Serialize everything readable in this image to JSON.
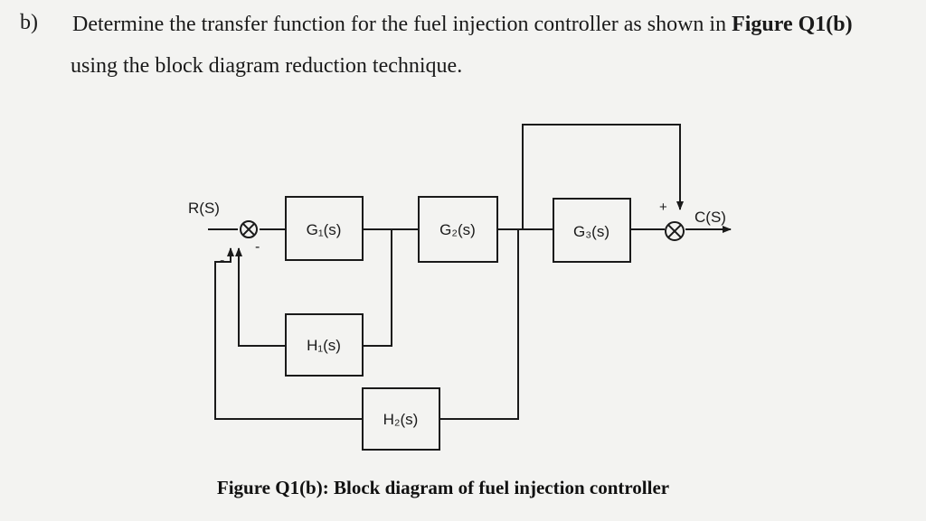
{
  "question": {
    "label": "b)",
    "line1_text": "Determine the transfer function for the fuel injection controller as shown in ",
    "line1_ref": "Figure Q1(b)",
    "line2": "using the block diagram reduction technique."
  },
  "diagram": {
    "input_label": "R(S)",
    "output_label": "C(S)",
    "blocks": {
      "g1": "G₁(s)",
      "g2": "G₂(s)",
      "g3": "G₃(s)",
      "h1": "H₁(s)",
      "h2": "H₂(s)"
    },
    "signs": {
      "sum1_left": "-",
      "sum1_right": "-",
      "sum2_plus_top": "+"
    }
  },
  "caption": "Figure Q1(b): Block diagram of fuel injection controller"
}
